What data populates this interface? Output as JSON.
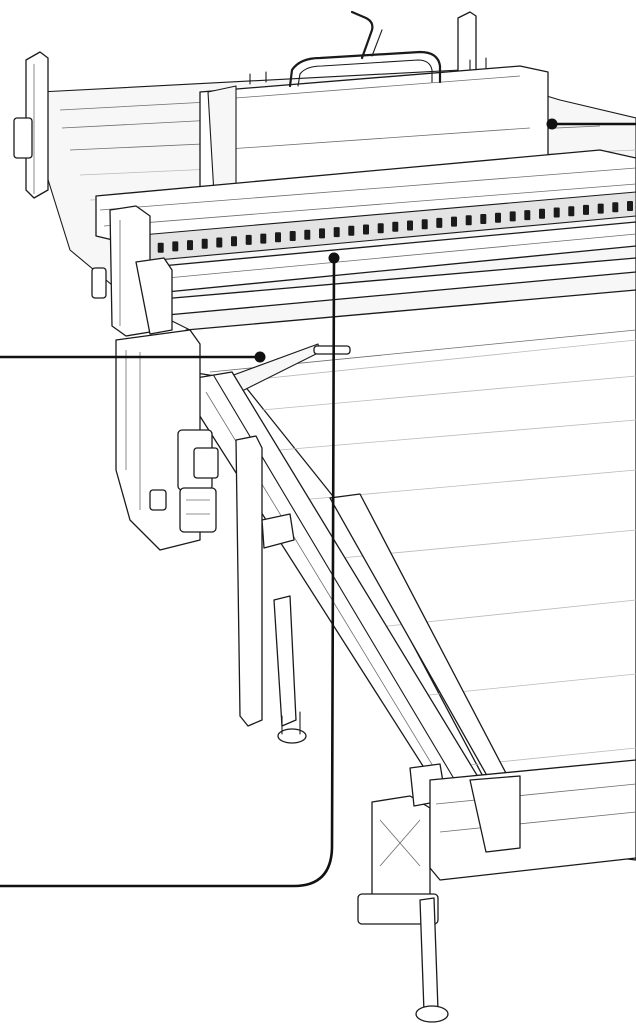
{
  "figure": {
    "subject": "conveyor-cutting-table-line-art",
    "callouts": [
      {
        "id": "upper-housing"
      },
      {
        "id": "gantry-rail"
      },
      {
        "id": "work-surface"
      }
    ]
  },
  "colors": {
    "line": "#1a1a1a",
    "callout": "#111111",
    "background": "#ffffff"
  }
}
